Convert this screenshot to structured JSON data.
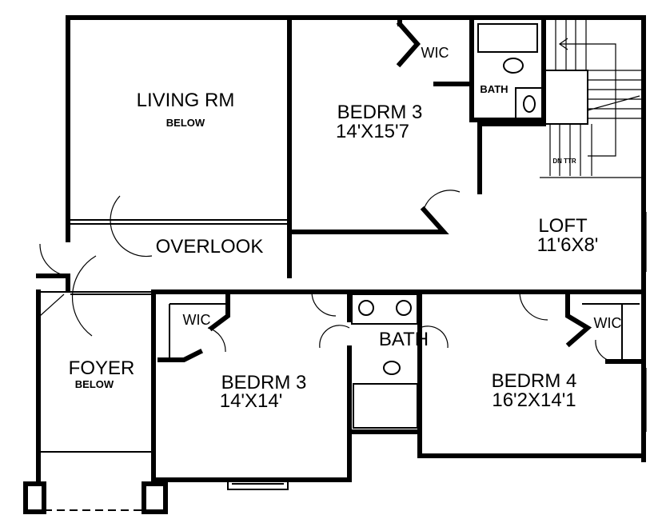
{
  "rooms": {
    "living": {
      "name": "LIVING RM",
      "note": "BELOW"
    },
    "bedrm3_upper": {
      "name": "BEDRM 3",
      "size": "14'X15'7"
    },
    "wic_upper": {
      "name": "WIC"
    },
    "bath_upper": {
      "name": "BATH"
    },
    "stair_note": "DN TTR",
    "loft": {
      "name": "LOFT",
      "size": "11'6X8'"
    },
    "overlook": {
      "name": "OVERLOOK"
    },
    "foyer": {
      "name": "FOYER",
      "note": "BELOW"
    },
    "wic_lower": {
      "name": "WIC"
    },
    "bedrm3_lower": {
      "name": "BEDRM 3",
      "size": "14'X14'"
    },
    "bath_lower": {
      "name": "BATH"
    },
    "wic_right": {
      "name": "WIC"
    },
    "bedrm4": {
      "name": "BEDRM 4",
      "size": "16'2X14'1"
    }
  }
}
